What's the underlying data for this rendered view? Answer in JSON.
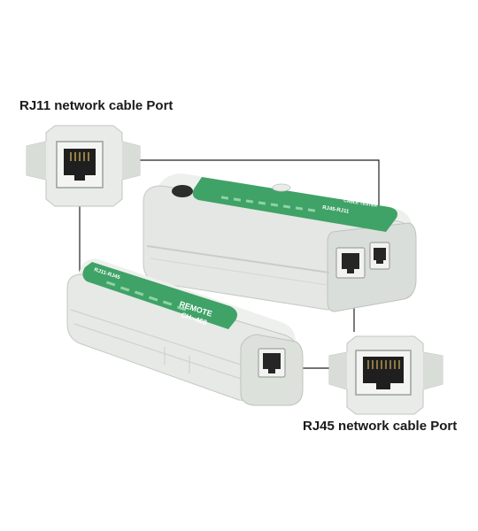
{
  "labels": {
    "rj11_port": "RJ11 network cable Port",
    "rj45_port": "RJ45 network cable Port"
  },
  "device_text": {
    "remote_brand": "REMOTE",
    "remote_model": "CH:-468",
    "remote_header": "RJ11-RJ45",
    "main_header": "RJ45-RJ11",
    "main_brand": "CABLE TESTER"
  },
  "colors": {
    "background": "#ffffff",
    "device_body": "#e6e9e5",
    "device_shadow": "#c7cbc6",
    "panel_green": "#3fa267",
    "jack_black": "#2a2a2a",
    "callout_line": "#222222"
  }
}
